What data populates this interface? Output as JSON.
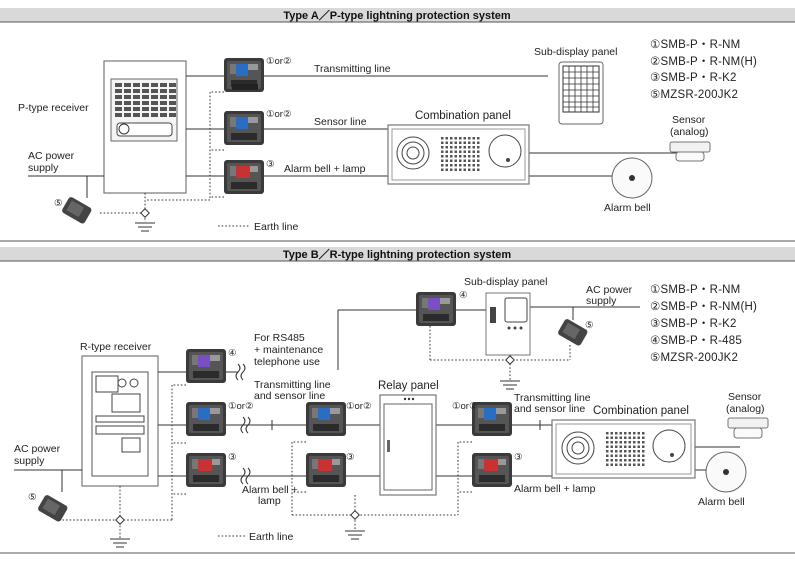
{
  "type_a": {
    "header": "Type A／P-type lightning protection system",
    "p_receiver": "P-type receiver",
    "ac_power": "AC power",
    "supply": "supply",
    "num_1or2_a": "①or②",
    "num_1or2_b": "①or②",
    "num_3": "③",
    "num_5": "⑤",
    "transmitting_line": "Transmitting line",
    "sensor_line": "Sensor line",
    "alarm_bell_lamp": "Alarm bell + lamp",
    "earth_line": "Earth line",
    "sub_display": "Sub-display panel",
    "combination_panel": "Combination panel",
    "sensor": "Sensor",
    "analog": "(analog)",
    "alarm_bell": "Alarm bell",
    "legend": [
      "①SMB-P・R-NM",
      "②SMB-P・R-NM(H)",
      "③SMB-P・R-K2",
      "⑤MZSR-200JK2"
    ]
  },
  "type_b": {
    "header": "Type B／R-type lightning protection system",
    "r_receiver": "R-type receiver",
    "ac_power": "AC power",
    "supply": "supply",
    "ac_power_right": "AC power",
    "supply_right": "supply",
    "sub_display": "Sub-display panel",
    "rs485_1": "For RS485",
    "rs485_2": "+ maintenance",
    "rs485_3": "telephone use",
    "tx_sensor_1": "Transmitting line",
    "tx_sensor_2": "and sensor line",
    "relay_panel": "Relay panel",
    "tx_sensor_r1": "Transmitting line",
    "tx_sensor_r2": "and sensor line",
    "combination_panel": "Combination panel",
    "sensor": "Sensor",
    "analog": "(analog)",
    "alarm_bell_lamp_1": "Alarm bell +",
    "alarm_bell_lamp_2": "lamp",
    "alarm_bell_lamp_r": "Alarm bell + lamp",
    "alarm_bell": "Alarm bell",
    "earth_line": "Earth line",
    "num_4_top": "④",
    "num_4_left": "④",
    "num_1or2_left": "①or②",
    "num_1or2_mid": "①or②",
    "num_1or2_right": "①or②",
    "num_3_left": "③",
    "num_3_mid": "③",
    "num_3_right": "③",
    "num_5_left": "⑤",
    "num_5_right": "⑤",
    "legend": [
      "①SMB-P・R-NM",
      "②SMB-P・R-NM(H)",
      "③SMB-P・R-K2",
      "④SMB-P・R-485",
      "⑤MZSR-200JK2"
    ]
  }
}
